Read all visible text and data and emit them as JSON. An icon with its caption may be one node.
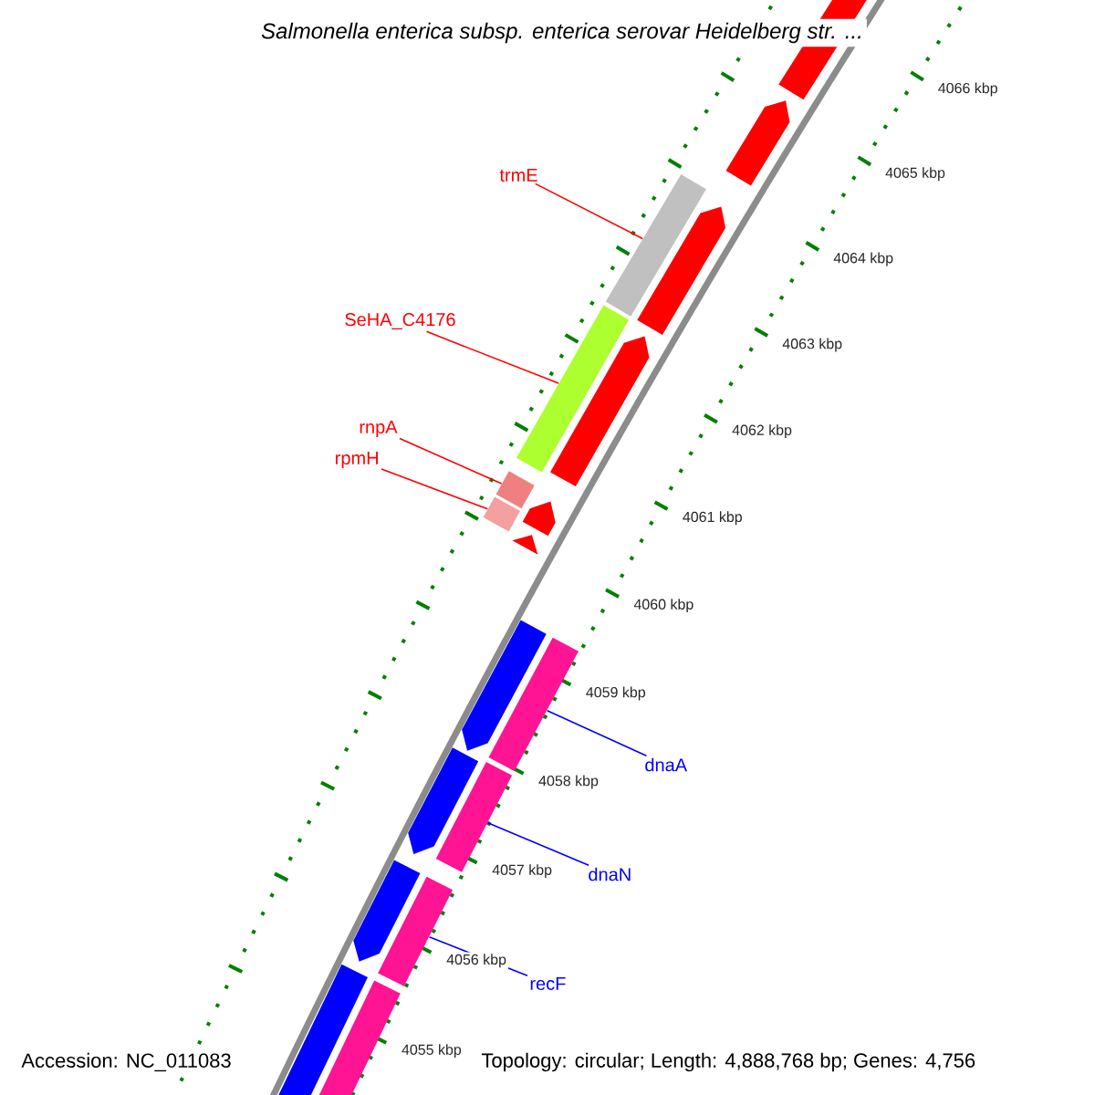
{
  "diagram": {
    "title": "Salmonella enterica subsp. enterica serovar Heidelberg str. ...",
    "nodes": [
      {
        "text": [
          "trmE"
        ]
      },
      {
        "text": [],
        "shape": "bar"
      },
      {
        "text": [
          "SeHA_C4176"
        ]
      },
      {
        "text": [],
        "shape": "bar"
      },
      {
        "text": [
          "rnpA"
        ]
      },
      {
        "text": [],
        "shape": "bar"
      },
      {
        "text": [
          "rpmH"
        ]
      },
      {
        "text": [],
        "shape": "bar"
      },
      {
        "text": [
          "dnaA"
        ]
      },
      {
        "text": [],
        "shape": "bar"
      },
      {
        "text": [
          "dnaN"
        ]
      },
      {
        "text": [],
        "shape": "bar"
      },
      {
        "text": [
          "recF"
        ]
      },
      {
        "text": [],
        "shape": "bar"
      },
      {
        "text": [],
        "shape": "arrow"
      },
      {
        "text": [],
        "shape": "arrow"
      },
      {
        "text": [],
        "shape": "arrow"
      },
      {
        "text": [],
        "shape": "arrow"
      },
      {
        "text": [],
        "shape": "arrow"
      },
      {
        "text": [],
        "shape": "arrow"
      },
      {
        "text": [],
        "shape": "arrow"
      },
      {
        "text": [],
        "shape": "arrow"
      },
      {
        "text": [],
        "shape": "arrow"
      },
      {
        "text": [],
        "shape": "arrow"
      },
      {
        "text": [],
        "shape": "bar"
      }
    ],
    "edges": [
      {
        "from": 0,
        "to": 1,
        "arrow": "none"
      },
      {
        "from": 2,
        "to": 3,
        "arrow": "none"
      },
      {
        "from": 4,
        "to": 5,
        "arrow": "none"
      },
      {
        "from": 6,
        "to": 7,
        "arrow": "none"
      },
      {
        "from": 8,
        "to": 9,
        "arrow": "none",
        "color": "#0000ff"
      },
      {
        "from": 10,
        "to": 11,
        "arrow": "none",
        "color": "#0000ff"
      },
      {
        "from": 12,
        "to": 13,
        "arrow": "none",
        "color": "#0000ff"
      }
    ],
    "labels": [
      "4066 kbp",
      "4065 kbp",
      "4064 kbp",
      "4063 kbp",
      "4062 kbp",
      "4061 kbp",
      "4060 kbp",
      "4059 kbp",
      "4058 kbp",
      "4057 kbp",
      "4056 kbp",
      "4055 kbp",
      "Accession: NC_011083",
      "Topology: circular; Length: 4,888,768 bp; Genes: 4,756"
    ]
  }
}
